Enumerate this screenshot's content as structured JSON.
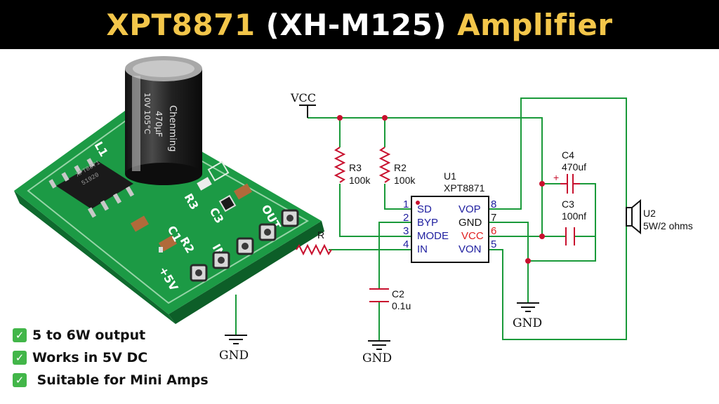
{
  "title": {
    "part1": "XPT8871",
    "part2": " (XH-M125) ",
    "part3": "Amplifier"
  },
  "board": {
    "cap_text_1": "Chenming",
    "cap_text_2": "470µF",
    "cap_text_3": "10V 105°C",
    "chip_text_1": "XPT8871",
    "chip_text_2": "51920",
    "silk_l1": "L1",
    "silk_r3": "R3",
    "silk_c1": "C1",
    "silk_c3": "C3",
    "silk_r2": "R2",
    "silk_in": "IN",
    "silk_out": "OUT",
    "silk_5v": "+5V"
  },
  "schematic": {
    "vcc": "VCC",
    "gnd": "GND",
    "r3_name": "R3",
    "r3_value": "100k",
    "r2_name": "R2",
    "r2_value": "100k",
    "u1_name": "U1",
    "u1_part": "XPT8871",
    "c4_name": "C4",
    "c4_value": "470uf",
    "c3_name": "C3",
    "c3_value": "100nf",
    "c2_name": "C2",
    "c2_value": "0.1u",
    "u2_name": "U2",
    "u2_value": "5W/2 ohms",
    "r_partial": "R",
    "pins_left": [
      {
        "num": "1",
        "name": "SD"
      },
      {
        "num": "2",
        "name": "BYP"
      },
      {
        "num": "3",
        "name": "MODE"
      },
      {
        "num": "4",
        "name": "IN"
      }
    ],
    "pins_right": [
      {
        "num": "8",
        "name": "VOP"
      },
      {
        "num": "7",
        "name": "GND"
      },
      {
        "num": "6",
        "name": "VCC"
      },
      {
        "num": "5",
        "name": "VON"
      }
    ]
  },
  "features": [
    "5 to 6W output",
    "Works in 5V DC",
    " Suitable for Mini Amps"
  ],
  "colors": {
    "title_yellow": "#f3c64a",
    "pcb_green": "#1c9a45",
    "wire_green": "#1a9a3a",
    "junction_red": "#c8102e",
    "pin_blue": "#2020a0",
    "vcc_red": "#e02020",
    "check_green": "#42b649"
  }
}
